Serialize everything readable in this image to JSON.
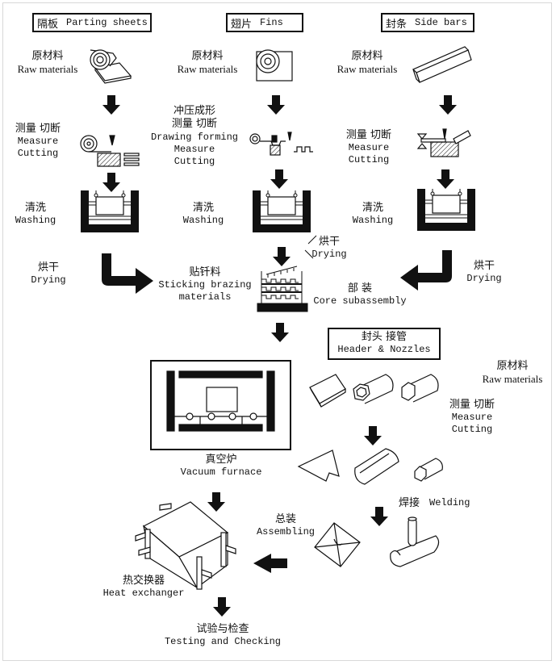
{
  "title": "Plate-fin heat exchanger manufacturing process flow",
  "columns": {
    "parting_sheets": {
      "cn": "隔板",
      "en": "Parting sheets"
    },
    "fins": {
      "cn": "翅片",
      "en": "Fins"
    },
    "side_bars": {
      "cn": "封条",
      "en": "Side bars"
    }
  },
  "steps": {
    "raw_materials": {
      "cn": "原材料",
      "en": "Raw materials"
    },
    "measure_cutting": {
      "cn": "测量 切断",
      "en1": "Measure",
      "en2": "Cutting"
    },
    "drawing_forming": {
      "cn": "冲压成形",
      "en": "Drawing forming"
    },
    "washing": {
      "cn": "清洗",
      "en": "Washing"
    },
    "drying": {
      "cn": "烘干",
      "en": "Drying"
    },
    "sticking_brazing": {
      "cn": "贴钎料",
      "en1": "Sticking brazing",
      "en2": "materials"
    },
    "core_subassembly": {
      "cn": "部 装",
      "en": "Core subassembly"
    },
    "header_nozzles": {
      "cn": "封头  接管",
      "en": "Header & Nozzles"
    },
    "vacuum_furnace": {
      "cn": "真空炉",
      "en": "Vacuum furnace"
    },
    "welding": {
      "cn": "焊接",
      "en": "Welding"
    },
    "assembling": {
      "cn": "总装",
      "en": "Assembling"
    },
    "heat_exchanger": {
      "cn": "热交换器",
      "en": "Heat exchanger"
    },
    "testing": {
      "cn": "试验与检查",
      "en": "Testing and Checking"
    }
  }
}
